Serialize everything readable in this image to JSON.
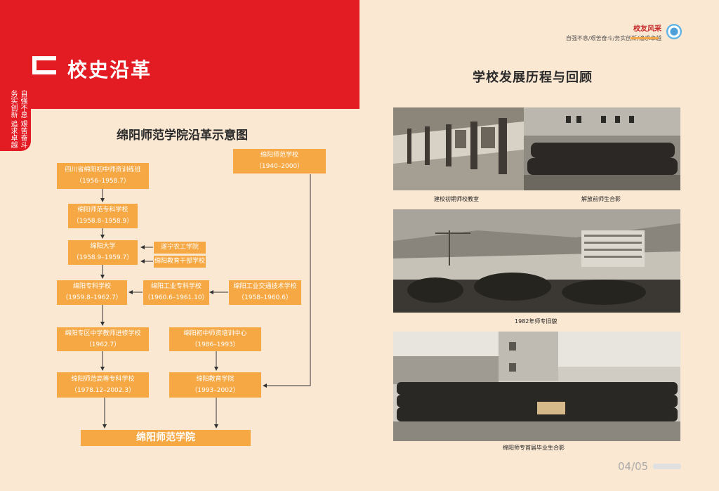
{
  "section": {
    "title": "校史沿革",
    "slogan_line1": "自强不息 艰苦奋斗",
    "slogan_line2": "务实创新 追求卓越"
  },
  "header": {
    "brand": "校友风采",
    "tagline": "自强不息/艰苦奋斗/务实创新/追求卓越"
  },
  "diagram": {
    "title": "绵阳师范学院沿革示意图",
    "boxes": {
      "b1": {
        "name": "四川省绵阳初中师资训练班",
        "years": "（1956–1958.7）"
      },
      "b2": {
        "name": "绵阳师范专科学校",
        "years": "（1958.8–1958.9）"
      },
      "b3": {
        "name": "绵阳大学",
        "years": "（1958.9–1959.7）"
      },
      "b4": {
        "name": "绵阳专科学校",
        "years": "（1959.8–1962.7）"
      },
      "b5": {
        "name": "绵阳专区中学教师进修学校",
        "years": "（1962.7）"
      },
      "b6": {
        "name": "绵阳师范高等专科学校",
        "years": "（1978.12–2002.3）"
      },
      "b7": {
        "name": "绵阳工业专科学校",
        "years": "（1960.6–1961.10）"
      },
      "b8": {
        "name": "绵阳工业交通技术学校",
        "years": "（1958–1960.6）"
      },
      "b9": {
        "name": "绵阳初中师资培训中心",
        "years": "（1986–1993）"
      },
      "b10": {
        "name": "绵阳教育学院",
        "years": "（1993–2002）"
      },
      "b11": {
        "name": "绵阳师范学校",
        "years": "（1940–2000）"
      }
    },
    "tags": {
      "t1": "遂宁农工学院",
      "t2": "绵阳教育干部学校"
    },
    "final": "绵阳师范学院"
  },
  "right": {
    "title": "学校发展历程与回顾",
    "captions": {
      "c1": "建校初期师校教室",
      "c2": "解放前师生合影",
      "c3": "1982年师专旧貌",
      "c4": "绵阳师专首届毕业生合影"
    }
  },
  "page": "04/05"
}
